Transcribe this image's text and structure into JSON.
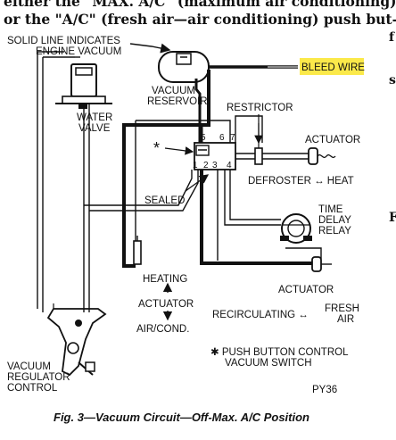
{
  "top_text": {
    "line1": "either the \"MAX. A/C\" (maximum air conditioning)",
    "line2": "or the \"A/C\" (fresh air—air conditioning) push but-"
  },
  "side_marks": {
    "top": "f",
    "mid1": "s",
    "mid2": "F"
  },
  "labels": {
    "solid_line_1": "SOLID LINE INDICATES",
    "solid_line_2": "ENGINE VACUUM",
    "bleed_wire": "BLEED WIRE",
    "vacuum_1": "VACUUM",
    "reservoir_1": "RESERVOIR",
    "restrictor": "RESTRICTOR",
    "water_1": "WATER",
    "valve_1": "VALVE",
    "actuator_1": "ACTUATOR",
    "asterisk": "*",
    "port_5": "5",
    "port_6": "6",
    "port_7": "7",
    "port_1": "1",
    "port_2": "2",
    "port_3": "3",
    "port_4": "4",
    "defroster_heat": "DEFROSTER ↔ HEAT",
    "sealed": "SEALED",
    "time_1": "TIME",
    "delay_1": "DELAY",
    "relay_1": "RELAY",
    "heating": "HEATING",
    "actuator_2": "ACTUATOR",
    "air_cond": "AIR/COND.",
    "actuator_3": "ACTUATOR",
    "recirc": "RECIRCULATING ↔",
    "fresh": "FRESH",
    "air": "AIR",
    "push_1": "✱ PUSH BUTTON CONTROL",
    "push_2": "VACUUM SWITCH",
    "vacuum_reg_1": "VACUUM",
    "vacuum_reg_2": "REGULATOR",
    "vacuum_reg_3": "CONTROL",
    "code": "PY36"
  },
  "caption": "Fig. 3—Vacuum Circuit—Off-Max. A/C Position",
  "colors": {
    "highlight": "#fbe94a",
    "ink": "#111111"
  }
}
